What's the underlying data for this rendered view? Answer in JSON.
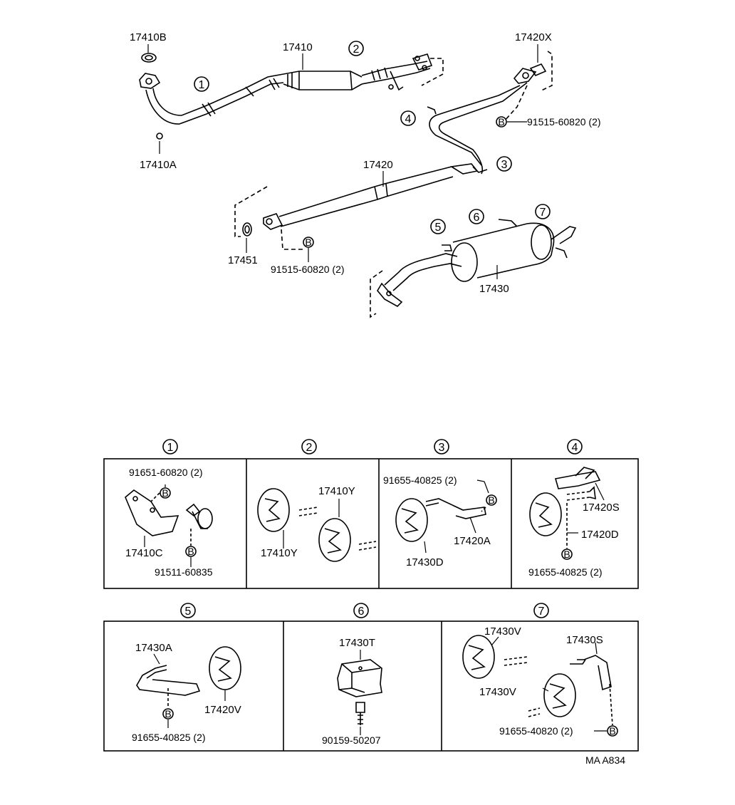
{
  "overview": {
    "labels": {
      "p17410B": "17410B",
      "p17410": "17410",
      "p17410A": "17410A",
      "p17420X": "17420X",
      "p91515_top": "91515-60820 (2)",
      "p17420": "17420",
      "p17451": "17451",
      "p91515_bot": "91515-60820 (2)",
      "p17430": "17430"
    },
    "callouts": [
      "1",
      "2",
      "3",
      "4",
      "5",
      "6",
      "7"
    ],
    "bolt_marker": "B"
  },
  "details": [
    {
      "num": "1",
      "labels": [
        "91651-60820 (2)",
        "17410C",
        "91511-60835"
      ]
    },
    {
      "num": "2",
      "labels": [
        "17410Y",
        "17410Y"
      ]
    },
    {
      "num": "3",
      "labels": [
        "91655-40825 (2)",
        "17420A",
        "17430D"
      ]
    },
    {
      "num": "4",
      "labels": [
        "17420S",
        "17420D",
        "91655-40825 (2)"
      ]
    },
    {
      "num": "5",
      "labels": [
        "17430A",
        "17420V",
        "91655-40825 (2)"
      ]
    },
    {
      "num": "6",
      "labels": [
        "17430T",
        "90159-50207"
      ]
    },
    {
      "num": "7",
      "labels": [
        "17430V",
        "17430S",
        "17430V",
        "91655-40820 (2)"
      ]
    }
  ],
  "footer": {
    "code": "MA A834"
  }
}
